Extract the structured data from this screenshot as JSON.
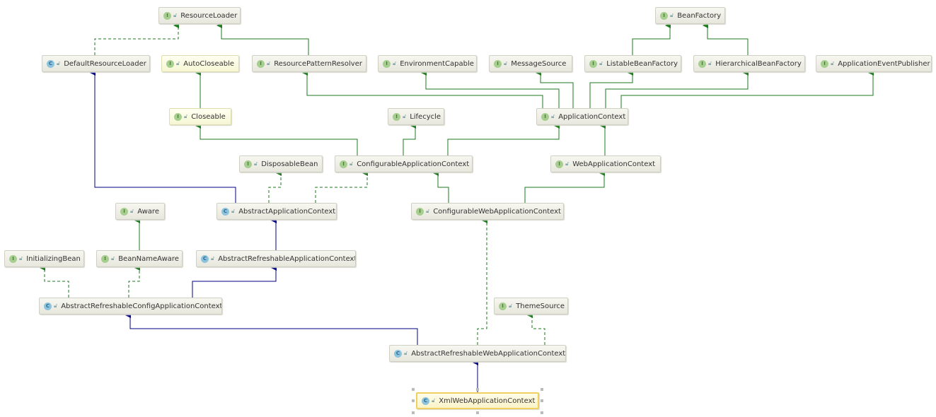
{
  "colors": {
    "interface_edge": "#1f7a1f",
    "class_edge": "#000080"
  },
  "nodes": [
    {
      "id": "ResourceLoader",
      "label": "ResourceLoader",
      "kind": "interface"
    },
    {
      "id": "BeanFactory",
      "label": "BeanFactory",
      "kind": "interface"
    },
    {
      "id": "DefaultResourceLoader",
      "label": "DefaultResourceLoader",
      "kind": "class"
    },
    {
      "id": "AutoCloseable",
      "label": "AutoCloseable",
      "kind": "interface"
    },
    {
      "id": "ResourcePatternResolver",
      "label": "ResourcePatternResolver",
      "kind": "interface"
    },
    {
      "id": "EnvironmentCapable",
      "label": "EnvironmentCapable",
      "kind": "interface"
    },
    {
      "id": "MessageSource",
      "label": "MessageSource",
      "kind": "interface"
    },
    {
      "id": "ListableBeanFactory",
      "label": "ListableBeanFactory",
      "kind": "interface"
    },
    {
      "id": "HierarchicalBeanFactory",
      "label": "HierarchicalBeanFactory",
      "kind": "interface"
    },
    {
      "id": "ApplicationEventPublisher",
      "label": "ApplicationEventPublisher",
      "kind": "interface"
    },
    {
      "id": "Closeable",
      "label": "Closeable",
      "kind": "interface"
    },
    {
      "id": "Lifecycle",
      "label": "Lifecycle",
      "kind": "interface"
    },
    {
      "id": "ApplicationContext",
      "label": "ApplicationContext",
      "kind": "interface"
    },
    {
      "id": "DisposableBean",
      "label": "DisposableBean",
      "kind": "interface"
    },
    {
      "id": "ConfigurableApplicationContext",
      "label": "ConfigurableApplicationContext",
      "kind": "interface"
    },
    {
      "id": "WebApplicationContext",
      "label": "WebApplicationContext",
      "kind": "interface"
    },
    {
      "id": "Aware",
      "label": "Aware",
      "kind": "interface"
    },
    {
      "id": "AbstractApplicationContext",
      "label": "AbstractApplicationContext",
      "kind": "class"
    },
    {
      "id": "ConfigurableWebApplicationContext",
      "label": "ConfigurableWebApplicationContext",
      "kind": "interface"
    },
    {
      "id": "InitializingBean",
      "label": "InitializingBean",
      "kind": "interface"
    },
    {
      "id": "BeanNameAware",
      "label": "BeanNameAware",
      "kind": "interface"
    },
    {
      "id": "AbstractRefreshableApplicationContext",
      "label": "AbstractRefreshableApplicationContext",
      "kind": "class"
    },
    {
      "id": "AbstractRefreshableConfigApplicationContext",
      "label": "AbstractRefreshableConfigApplicationContext",
      "kind": "class"
    },
    {
      "id": "ThemeSource",
      "label": "ThemeSource",
      "kind": "interface"
    },
    {
      "id": "AbstractRefreshableWebApplicationContext",
      "label": "AbstractRefreshableWebApplicationContext",
      "kind": "class"
    },
    {
      "id": "XmlWebApplicationContext",
      "label": "XmlWebApplicationContext",
      "kind": "class"
    }
  ]
}
